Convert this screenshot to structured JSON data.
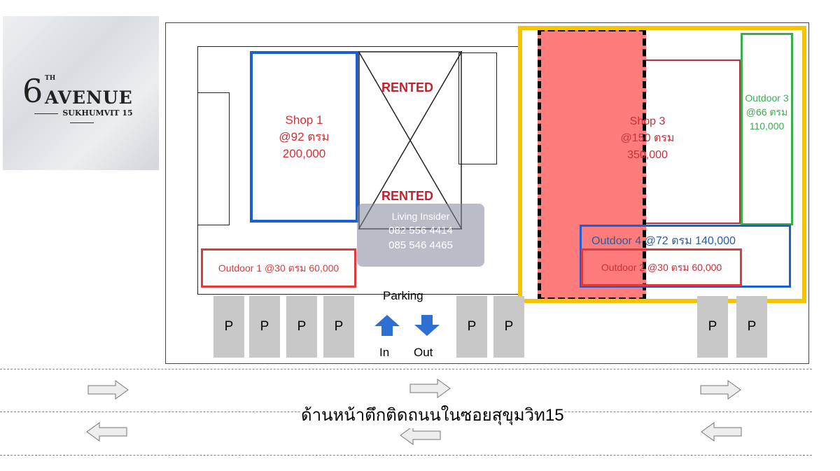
{
  "logo": {
    "number": "6",
    "superscript": "TH",
    "name": "AVENUE",
    "subtitle": "SUKHUMVIT 15"
  },
  "units": [
    {
      "id": "shop1",
      "title": "Shop 1",
      "size": "@92 ตรม",
      "price": "200,000",
      "color": "#1a5fd6"
    },
    {
      "id": "rented_top",
      "label": "RENTED"
    },
    {
      "id": "rented_bottom",
      "label": "RENTED"
    },
    {
      "id": "shop3",
      "title": "Shop 3",
      "size": "@150 ตรม",
      "price": "350,000",
      "color": "#ff6b6b"
    },
    {
      "id": "outdoor3",
      "title": "Outdoor 3",
      "size": "@66 ตรม",
      "price": "110,000",
      "color": "#3aae4f"
    },
    {
      "id": "outdoor4",
      "label": "Outdoor 4 @72 ตรม 140,000",
      "color": "#1a5fd6"
    },
    {
      "id": "outdoor2",
      "label": "Outdoor 2 @30 ตรม 60,000",
      "color": "#e03a3a"
    },
    {
      "id": "outdoor1",
      "label": "Outdoor 1 @30 ตรม 60,000",
      "color": "#e03a3a"
    }
  ],
  "watermark": {
    "brand": "Living Insider",
    "phone1": "082 556 4414",
    "phone2": "085 546 4465"
  },
  "parking": {
    "title": "Parking",
    "in": "In",
    "out": "Out",
    "spot": "P"
  },
  "road_label": "ด้านหน้าตึกติดถนนในซอยสุขุมวิท15",
  "colors": {
    "highlight": "#f5c400",
    "rented": "#c8202a"
  }
}
